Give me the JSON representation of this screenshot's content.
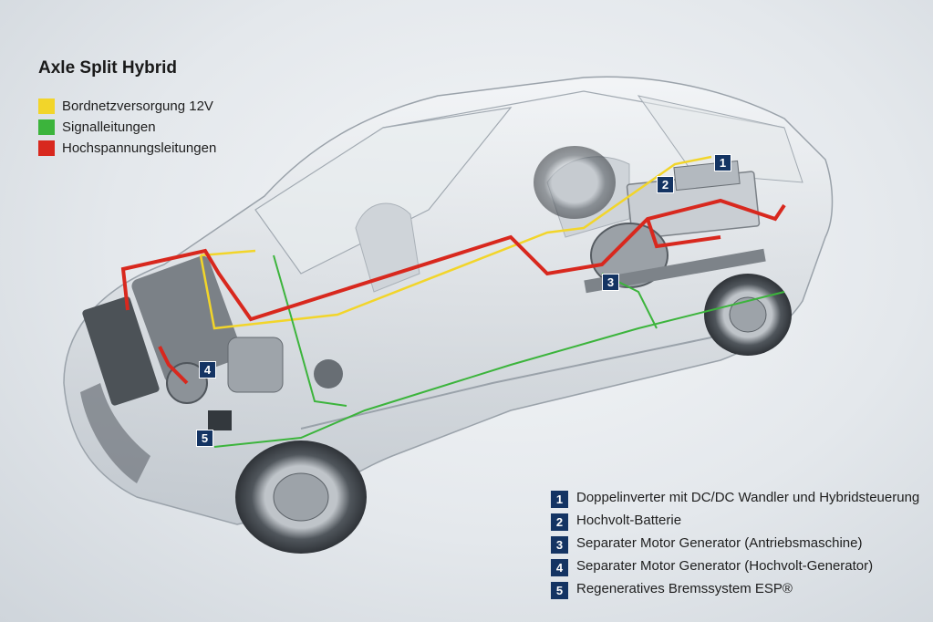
{
  "title": "Axle Split Hybrid",
  "legend": [
    {
      "label": "Bordnetzversorgung 12V",
      "color": "#f2d52a"
    },
    {
      "label": "Signalleitungen",
      "color": "#3cb43c"
    },
    {
      "label": "Hochspannungsleitungen",
      "color": "#d8281e"
    }
  ],
  "components": [
    {
      "number": "1",
      "label": "Doppelinverter mit DC/DC Wandler und Hybridsteuerung"
    },
    {
      "number": "2",
      "label": "Hochvolt-Batterie"
    },
    {
      "number": "3",
      "label": "Separater Motor Generator (Antriebsmaschine)"
    },
    {
      "number": "4",
      "label": "Separater Motor Generator (Hochvolt-Generator)"
    },
    {
      "number": "5",
      "label": "Regeneratives Bremssystem ESP®"
    }
  ],
  "colors": {
    "badge": "#143463",
    "car_body": "#d9dde1",
    "car_edge": "#9aa2aa",
    "component_metal": "#8c9298"
  }
}
